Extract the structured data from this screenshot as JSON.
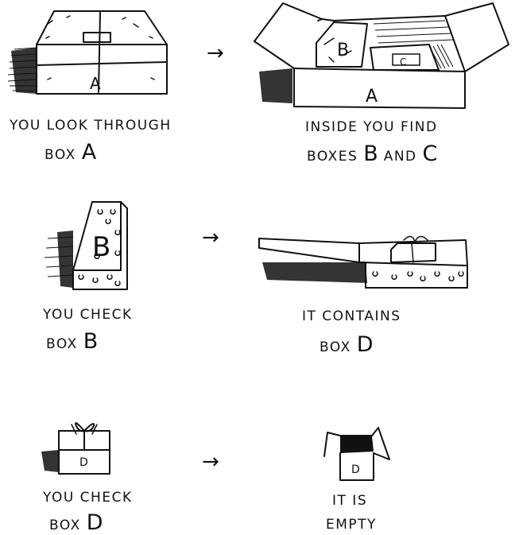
{
  "panels": [
    {
      "id": "look-a",
      "caption_line1": "YOU LOOK THROUGH",
      "caption_line2_word": "BOX",
      "caption_line2_letter": "A",
      "box_label": "A"
    },
    {
      "id": "inside-a",
      "caption_line1": "INSIDE YOU FIND",
      "caption_line2_word": "BOXES",
      "caption_line2_letter1": "B",
      "caption_line2_and": "AND",
      "caption_line2_letter2": "C",
      "box_label": "A",
      "inner_label_b": "B",
      "inner_label_c": "C"
    },
    {
      "id": "check-b",
      "caption_line1": "YOU CHECK",
      "caption_line2_word": "BOX",
      "caption_line2_letter": "B",
      "box_label": "B"
    },
    {
      "id": "contains-d",
      "caption_line1": "IT CONTAINS",
      "caption_line2_word": "BOX",
      "caption_line2_letter": "D"
    },
    {
      "id": "check-d",
      "caption_line1": "YOU CHECK",
      "caption_line2_word": "BOX",
      "caption_line2_letter": "D",
      "box_label": "D"
    },
    {
      "id": "empty",
      "caption_line1": "IT IS",
      "caption_line2": "EMPTY",
      "box_label": "D"
    }
  ],
  "arrows": [
    "→",
    "→",
    "→"
  ],
  "colors": {
    "ink": "#111111",
    "background": "#ffffff"
  }
}
